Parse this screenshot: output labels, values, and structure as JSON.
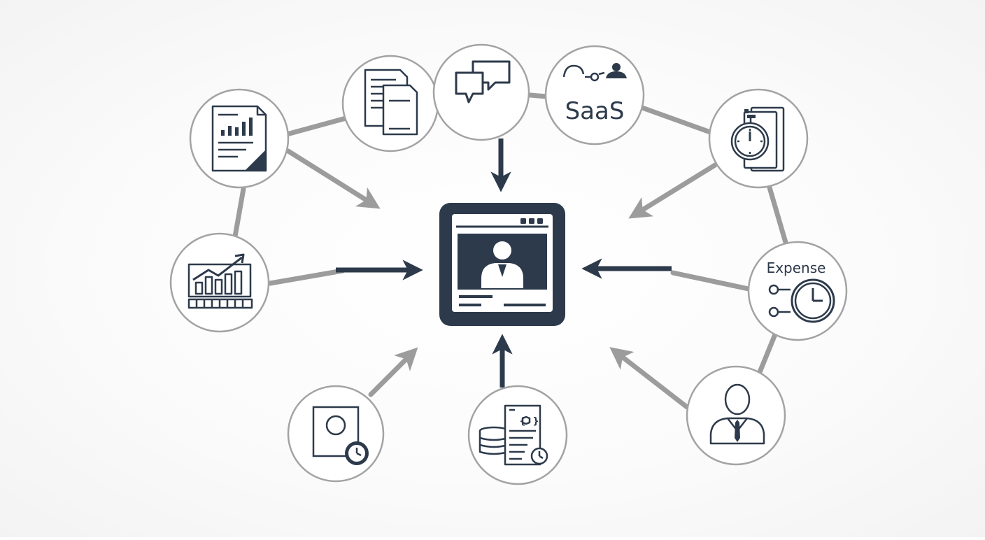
{
  "colors": {
    "dark": "#2d3a4b",
    "connector": "#9c9c9c",
    "node_border": "#a3a3a3",
    "node_fill": "#ffffff"
  },
  "hub": {
    "icon": "person-monitor-icon"
  },
  "nodes": [
    {
      "id": "report",
      "icon": "bar-chart-report-icon"
    },
    {
      "id": "documents",
      "icon": "documents-icon"
    },
    {
      "id": "chat",
      "icon": "chat-bubbles-icon"
    },
    {
      "id": "saas",
      "icon": "saas-person-icon",
      "label": "SaaS"
    },
    {
      "id": "stopwatch",
      "icon": "stopwatch-icon"
    },
    {
      "id": "analytics",
      "icon": "trend-chart-icon"
    },
    {
      "id": "expense",
      "icon": "expense-clock-icon",
      "label": "Expense"
    },
    {
      "id": "photo-clock",
      "icon": "photo-clock-icon"
    },
    {
      "id": "code-doc",
      "icon": "code-document-icon"
    },
    {
      "id": "user",
      "icon": "businessman-icon"
    }
  ]
}
